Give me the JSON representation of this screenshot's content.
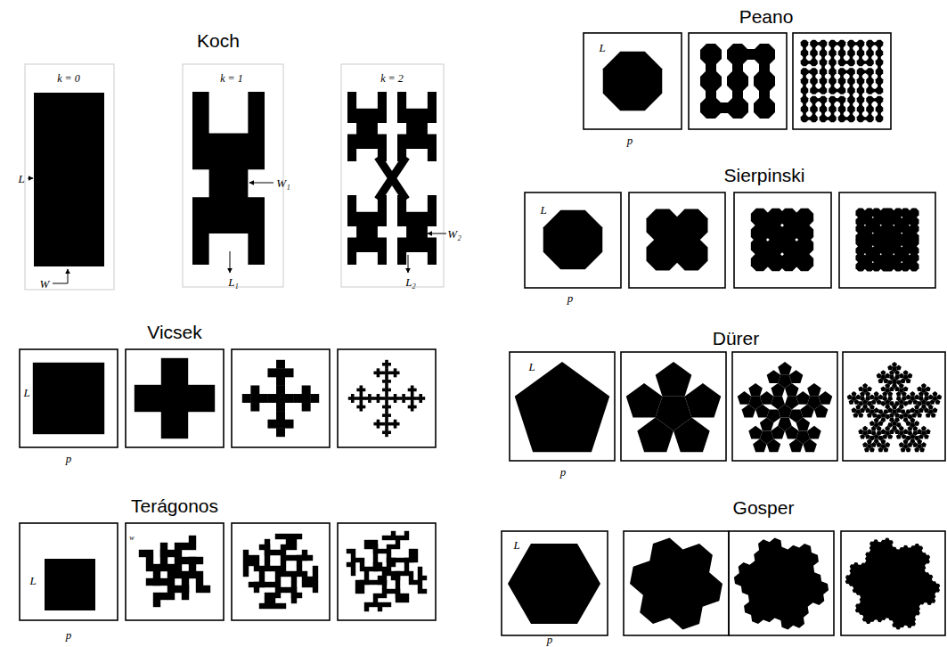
{
  "diagram": {
    "labels": [
      "Koch",
      "k = 0",
      "k = 1",
      "k = 2",
      "L",
      "W",
      "W₁",
      "L₁",
      "W₂",
      "L₂",
      "Peano",
      "L",
      "p",
      "Sierpinski",
      "L",
      "p",
      "Vicsek",
      "L",
      "p",
      "Dürer",
      "L",
      "p",
      "Terágonos",
      "L",
      "w",
      "p",
      "Gosper",
      "L",
      "p"
    ]
  }
}
